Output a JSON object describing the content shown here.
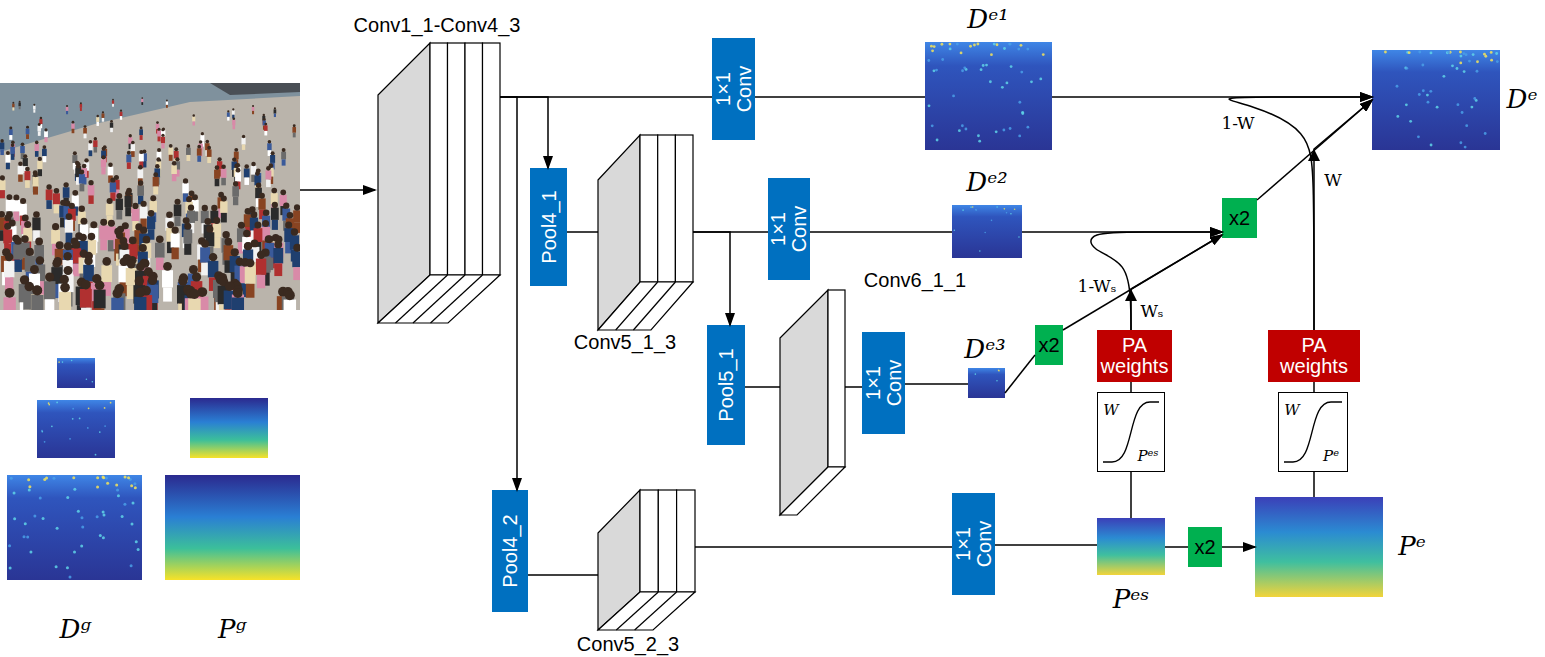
{
  "diagram": {
    "nodes": [
      {
        "text": [
          "Conv1_1-Conv4_3"
        ]
      },
      {
        "text": [
          "1×1 Conv"
        ]
      },
      {
        "text": [
          "Dᵉ¹"
        ]
      },
      {
        "text": [
          "Dᵉ"
        ]
      },
      {
        "text": [
          "Pool4_1"
        ]
      },
      {
        "text": [
          "Conv5_1_3"
        ]
      },
      {
        "text": [
          "1×1 Conv"
        ]
      },
      {
        "text": [
          "Dᵉ²"
        ]
      },
      {
        "text": [
          "x2"
        ]
      },
      {
        "text": [
          "Conv6_1_1"
        ]
      },
      {
        "text": [
          "Pool5_1"
        ]
      },
      {
        "text": [
          "1×1 Conv"
        ]
      },
      {
        "text": [
          "Dᵉ³"
        ]
      },
      {
        "text": [
          "x2"
        ]
      },
      {
        "text": [
          "PA weights"
        ]
      },
      {
        "text": [
          "PA weights"
        ]
      },
      {
        "text": [
          "W",
          "Pᵉˢ"
        ]
      },
      {
        "text": [
          "W",
          "Pᵉ"
        ]
      },
      {
        "text": [
          "Dᵍ"
        ]
      },
      {
        "text": [
          "Pᵍ"
        ]
      },
      {
        "text": [
          "Pool4_2"
        ]
      },
      {
        "text": [
          "Conv5_2_3"
        ]
      },
      {
        "text": [
          "1×1 Conv"
        ]
      },
      {
        "text": [
          "Pᵉˢ"
        ]
      },
      {
        "text": [
          "x2"
        ]
      },
      {
        "text": [
          "Pᵉ"
        ]
      }
    ],
    "edges": [
      {
        "from": 0,
        "to": 1,
        "arrow": "none"
      },
      {
        "from": 0,
        "to": 4,
        "arrow": "to"
      },
      {
        "from": 0,
        "to": 20,
        "arrow": "to"
      },
      {
        "from": 1,
        "to": 2,
        "arrow": "none"
      },
      {
        "from": 2,
        "to": 3,
        "arrow": "to"
      },
      {
        "from": 4,
        "to": 5,
        "arrow": "none"
      },
      {
        "from": 5,
        "to": 6,
        "arrow": "none"
      },
      {
        "from": 5,
        "to": 10,
        "arrow": "to"
      },
      {
        "from": 6,
        "to": 7,
        "arrow": "none"
      },
      {
        "from": 7,
        "to": 8,
        "arrow": "to"
      },
      {
        "from": 10,
        "to": 9,
        "arrow": "none"
      },
      {
        "from": 9,
        "to": 11,
        "arrow": "none"
      },
      {
        "from": 11,
        "to": 12,
        "arrow": "none"
      },
      {
        "from": 12,
        "to": 13,
        "arrow": "none"
      },
      {
        "from": 13,
        "to": 8,
        "arrow": "none"
      },
      {
        "from": 8,
        "to": 3,
        "arrow": "to"
      },
      {
        "from": 20,
        "to": 21,
        "arrow": "none"
      },
      {
        "from": 21,
        "to": 22,
        "arrow": "none"
      },
      {
        "from": 22,
        "to": 23,
        "arrow": "none"
      },
      {
        "from": 23,
        "to": 24,
        "arrow": "none"
      },
      {
        "from": 24,
        "to": 25,
        "arrow": "to"
      },
      {
        "from": 23,
        "to": 16,
        "arrow": "none"
      },
      {
        "from": 16,
        "to": 14,
        "arrow": "none"
      },
      {
        "from": 14,
        "to": 8,
        "label": "Wₛ",
        "arrow": "to"
      },
      {
        "from": 14,
        "to": 8,
        "label": "1-Wₛ",
        "arrow": "to"
      },
      {
        "from": 25,
        "to": 17,
        "arrow": "none"
      },
      {
        "from": 17,
        "to": 15,
        "arrow": "none"
      },
      {
        "from": 15,
        "to": 3,
        "label": "W",
        "arrow": "to"
      },
      {
        "from": 15,
        "to": 3,
        "label": "1-W",
        "arrow": "to"
      }
    ]
  }
}
